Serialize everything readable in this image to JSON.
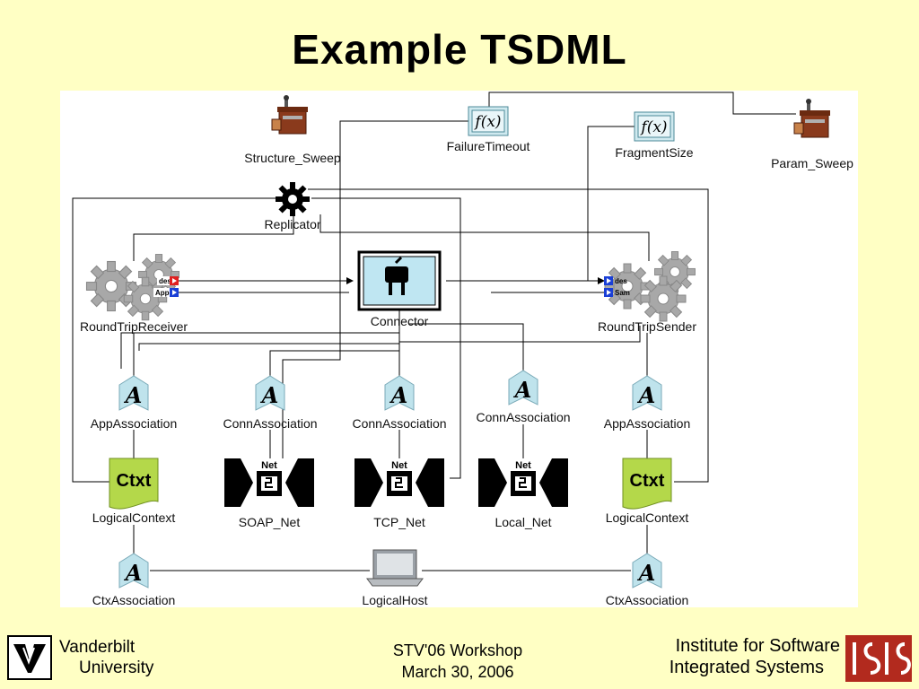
{
  "slide": {
    "title": "Example TSDML"
  },
  "diagram": {
    "nodes": {
      "structure_sweep": "Structure_Sweep",
      "failure_timeout": "FailureTimeout",
      "fragment_size": "FragmentSize",
      "param_sweep": "Param_Sweep",
      "replicator": "Replicator",
      "round_trip_receiver": "RoundTripReceiver",
      "connector": "Connector",
      "round_trip_sender": "RoundTripSender",
      "app_association_left": "AppAssociation",
      "conn_association_1": "ConnAssociation",
      "conn_association_2": "ConnAssociation",
      "conn_association_3": "ConnAssociation",
      "app_association_right": "AppAssociation",
      "logical_context_left": "LogicalContext",
      "soap_net": "SOAP_Net",
      "tcp_net": "TCP_Net",
      "local_net": "Local_Net",
      "logical_context_right": "LogicalContext",
      "ctx_association_left": "CtxAssociation",
      "logical_host": "LogicalHost",
      "ctx_association_right": "CtxAssociation"
    },
    "ports": {
      "receiver_des": "des",
      "receiver_app": "App",
      "sender_des": "des",
      "sender_sam": "Sam"
    },
    "glyphs": {
      "function_text": "f(x)",
      "context_text": "Ctxt",
      "net_text": "Net",
      "association_letter": "A"
    },
    "icons": {
      "sweep": "coffee-grinder-icon",
      "replicator": "gear-icon",
      "component": "gears-icon",
      "connector": "plug-icon",
      "association": "association-icon",
      "context": "context-icon",
      "net": "network-icon",
      "host": "laptop-icon"
    },
    "colors": {
      "port_red": "#e02020",
      "port_blue": "#1a3fd6",
      "context_green": "#b4d84a",
      "association_fill": "#bfe3ec",
      "function_fill": "#cfe9ef",
      "connector_fill": "#bfe6f2"
    }
  },
  "footer": {
    "left_line1": "Vanderbilt",
    "left_line2": "University",
    "center_line1": "STV'06 Workshop",
    "center_line2": "March 30, 2006",
    "right_line1": "Institute for Software",
    "right_line2": "Integrated Systems"
  }
}
